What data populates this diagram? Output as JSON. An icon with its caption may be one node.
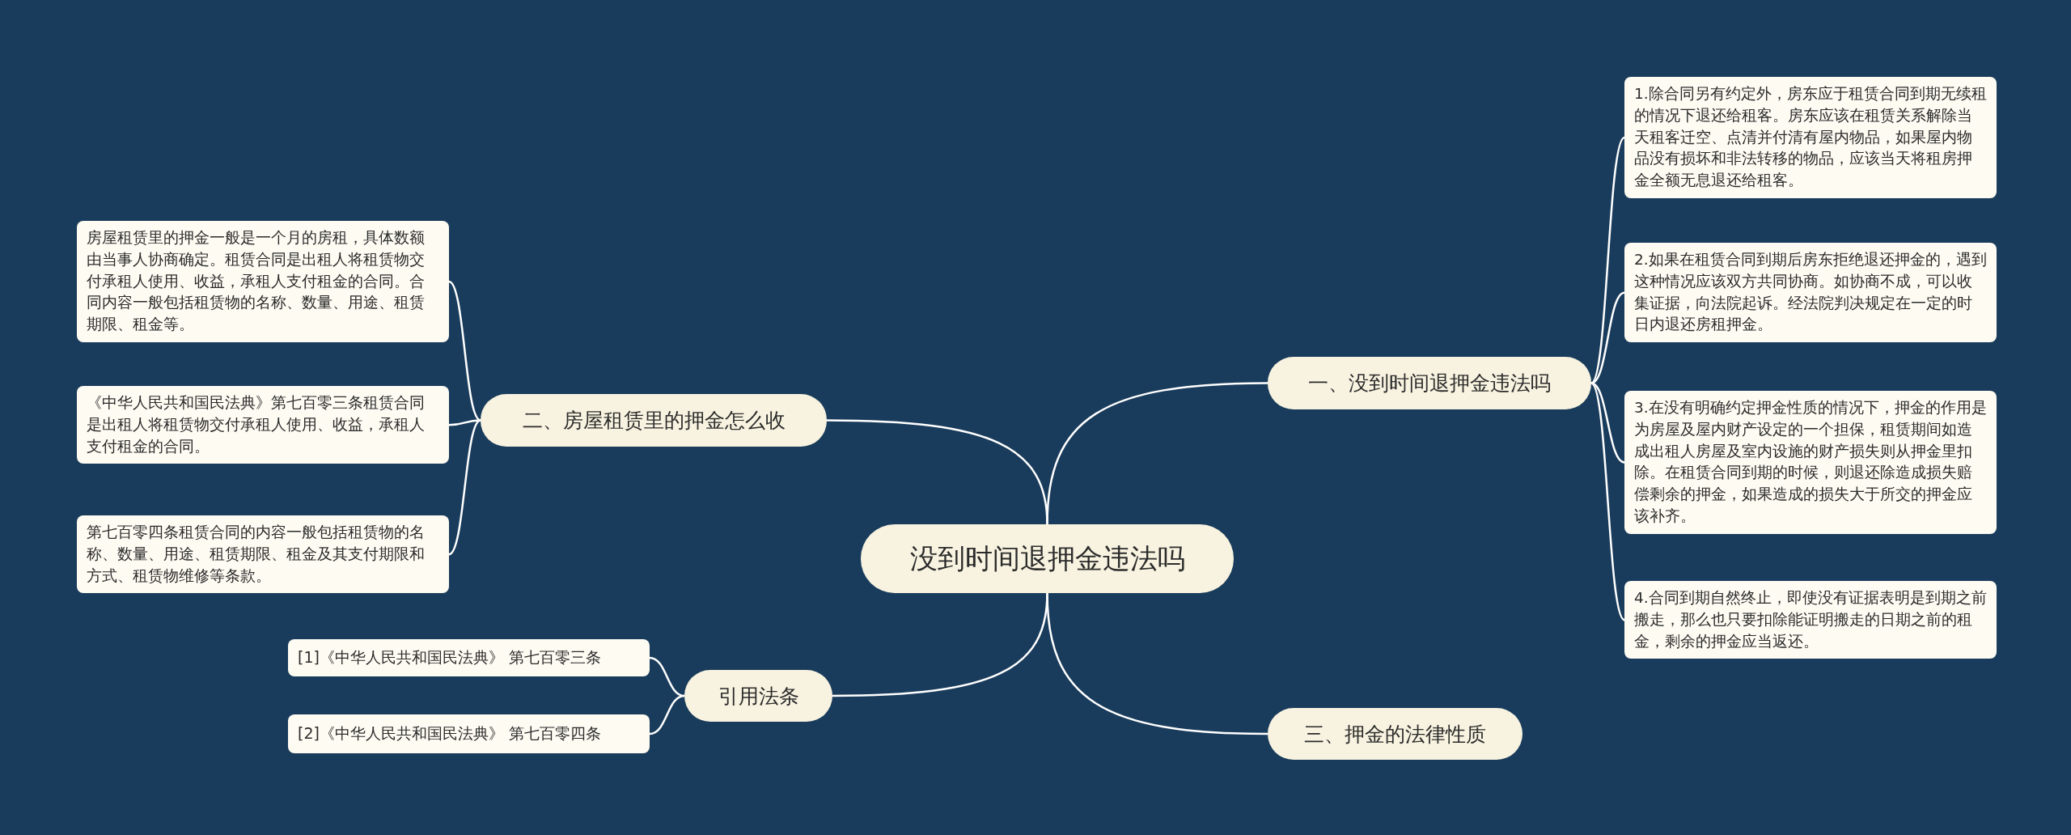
{
  "diagram": {
    "nodes": [
      {
        "text": [
          "没到时间退押金违法吗"
        ]
      },
      {
        "text": [
          "一、没到时间退押金违法吗"
        ]
      },
      {
        "text": [
          "1.除合同另有约定外，房东应于租赁合同到期无续租的情况下退还给租客。房东应该在租赁关系解除当天租客迁空、点清并付清有屋内物品，如果屋内物品没有损坏和非法转移的物品，应该当天将租房押金全额无息退还给租客。"
        ]
      },
      {
        "text": [
          "2.如果在租赁合同到期后房东拒绝退还押金的，遇到这种情况应该双方共同协商。如协商不成，可以收集证据，向法院起诉。经法院判决规定在一定的时日内退还房租押金。"
        ]
      },
      {
        "text": [
          "3.在没有明确约定押金性质的情况下，押金的作用是为房屋及屋内财产设定的一个担保，租赁期间如造成出租人房屋及室内设施的财产损失则从押金里扣除。在租赁合同到期的时候，则退还除造成损失赔偿剩余的押金，如果造成的损失大于所交的押金应该补齐。"
        ]
      },
      {
        "text": [
          "4.合同到期自然终止，即使没有证据表明是到期之前搬走，那么也只要扣除能证明搬走的日期之前的租金，剩余的押金应当返还。"
        ]
      },
      {
        "text": [
          "二、房屋租赁里的押金怎么收"
        ]
      },
      {
        "text": [
          "房屋租赁里的押金一般是一个月的房租，具体数额由当事人协商确定。租赁合同是出租人将租赁物交付承租人使用、收益，承租人支付租金的合同。合同内容一般包括租赁物的名称、数量、用途、租赁期限、租金等。"
        ]
      },
      {
        "text": [
          "《中华人民共和国民法典》第七百零三条租赁合同是出租人将租赁物交付承租人使用、收益，承租人支付租金的合同。"
        ]
      },
      {
        "text": [
          "第七百零四条租赁合同的内容一般包括租赁物的名称、数量、用途、租赁期限、租金及其支付期限和方式、租赁物维修等条款。"
        ]
      },
      {
        "text": [
          "三、押金的法律性质"
        ]
      },
      {
        "text": [
          "引用法条"
        ]
      },
      {
        "text": [
          "[1]《中华人民共和国民法典》 第七百零三条"
        ]
      },
      {
        "text": [
          "[2]《中华人民共和国民法典》 第七百零四条"
        ]
      }
    ],
    "edges": [
      {
        "from": 0,
        "to": 1,
        "arrow": "none"
      },
      {
        "from": 1,
        "to": 2,
        "arrow": "none"
      },
      {
        "from": 1,
        "to": 3,
        "arrow": "none"
      },
      {
        "from": 1,
        "to": 4,
        "arrow": "none"
      },
      {
        "from": 1,
        "to": 5,
        "arrow": "none"
      },
      {
        "from": 0,
        "to": 6,
        "arrow": "none"
      },
      {
        "from": 6,
        "to": 7,
        "arrow": "none"
      },
      {
        "from": 6,
        "to": 8,
        "arrow": "none"
      },
      {
        "from": 6,
        "to": 9,
        "arrow": "none"
      },
      {
        "from": 0,
        "to": 10,
        "arrow": "none"
      },
      {
        "from": 0,
        "to": 11,
        "arrow": "none"
      },
      {
        "from": 11,
        "to": 12,
        "arrow": "none"
      },
      {
        "from": 11,
        "to": 13,
        "arrow": "none"
      }
    ]
  }
}
